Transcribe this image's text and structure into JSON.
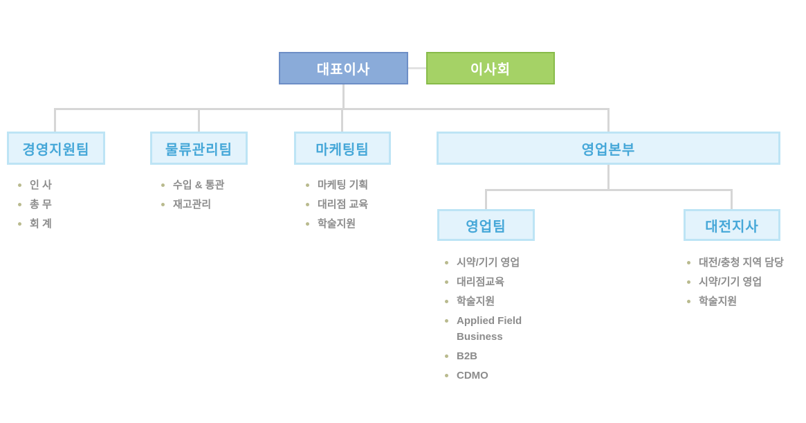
{
  "org_chart": {
    "executive": {
      "label": "대표이사"
    },
    "board": {
      "label": "이사회"
    },
    "departments": [
      {
        "label": "경영지원팀",
        "items": [
          "인 사",
          "총 무",
          "회 계"
        ]
      },
      {
        "label": "물류관리팀",
        "items": [
          "수입 & 통관",
          "재고관리"
        ]
      },
      {
        "label": "마케팅팀",
        "items": [
          "마케팅 기획",
          "대리점 교육",
          "학술지원"
        ]
      },
      {
        "label": "영업본부"
      }
    ],
    "sales_divisions": [
      {
        "label": "영업팀",
        "items": [
          "시약/기기 영업",
          "대리점교육",
          "학술지원",
          "Applied Field Business",
          "B2B",
          "CDMO"
        ]
      },
      {
        "label": "대전지사",
        "items": [
          "대전/충청 지역 담당",
          "시약/기기 영업",
          "학술지원"
        ]
      }
    ],
    "colors": {
      "executive_fill": "#8aabd9",
      "executive_border": "#6d8ec6",
      "board_fill": "#a5d266",
      "board_border": "#87bb49",
      "dept_fill": "#e3f3fc",
      "dept_border": "#bde4f5",
      "dept_text": "#45a7d8",
      "connector": "#d6d6d6",
      "top_connector": "#e2e2e2",
      "bullet": "#b9ba8e",
      "item_text": "#8c8c8c",
      "page_bg": "#ffffff"
    }
  }
}
